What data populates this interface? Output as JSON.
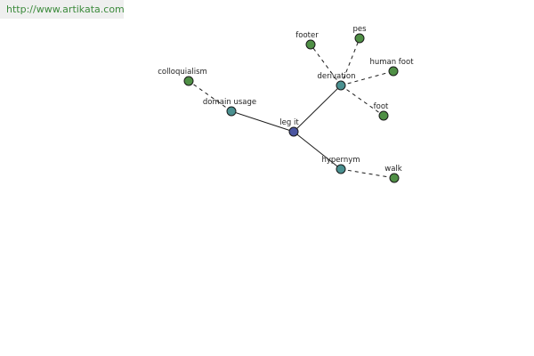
{
  "banner": {
    "url_text": "http://www.artikata.com"
  },
  "colors": {
    "banner_text": "#3b8a3b",
    "banner_bg": "#efefef",
    "center_node": "#4a55a0",
    "relation_node": "#4a9090",
    "leaf_node": "#4f8f45",
    "edge": "#1a1a1a"
  },
  "graph": {
    "nodes": [
      {
        "id": "legit",
        "label": "leg it",
        "kind": "center"
      },
      {
        "id": "domain_usage",
        "label": "domain usage",
        "kind": "relation"
      },
      {
        "id": "derivation",
        "label": "derivation",
        "kind": "relation"
      },
      {
        "id": "hypernym",
        "label": "hypernym",
        "kind": "relation"
      },
      {
        "id": "colloquialism",
        "label": "colloquialism",
        "kind": "leaf"
      },
      {
        "id": "footer",
        "label": "footer",
        "kind": "leaf"
      },
      {
        "id": "pes",
        "label": "pes",
        "kind": "leaf"
      },
      {
        "id": "human_foot",
        "label": "human foot",
        "kind": "leaf"
      },
      {
        "id": "foot",
        "label": "foot",
        "kind": "leaf"
      },
      {
        "id": "walk",
        "label": "walk",
        "kind": "leaf"
      }
    ],
    "edges": [
      {
        "from": "legit",
        "to": "domain_usage",
        "style": "solid"
      },
      {
        "from": "legit",
        "to": "derivation",
        "style": "solid"
      },
      {
        "from": "legit",
        "to": "hypernym",
        "style": "solid"
      },
      {
        "from": "domain_usage",
        "to": "colloquialism",
        "style": "dashed"
      },
      {
        "from": "derivation",
        "to": "footer",
        "style": "dashed"
      },
      {
        "from": "derivation",
        "to": "pes",
        "style": "dashed"
      },
      {
        "from": "derivation",
        "to": "human_foot",
        "style": "dashed"
      },
      {
        "from": "derivation",
        "to": "foot",
        "style": "dashed"
      },
      {
        "from": "hypernym",
        "to": "walk",
        "style": "dashed"
      }
    ]
  }
}
